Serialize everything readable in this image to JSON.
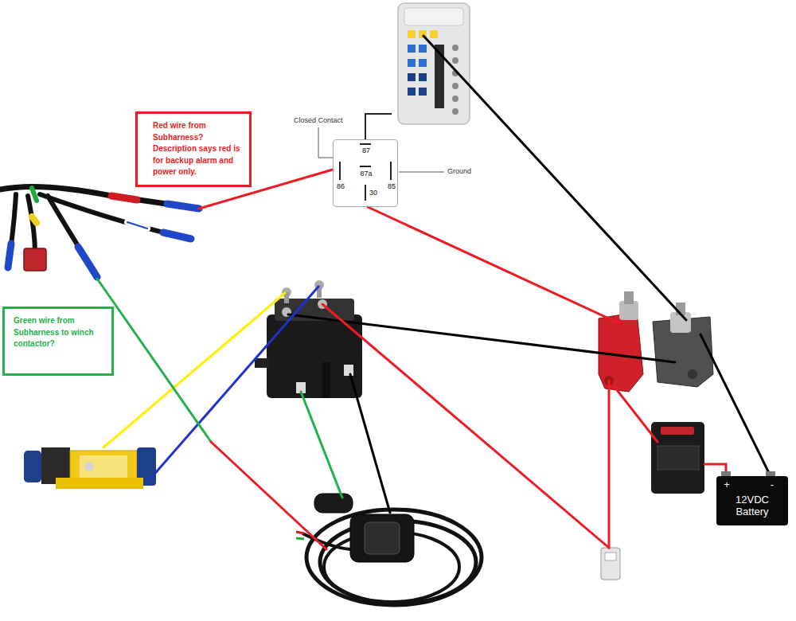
{
  "diagram": {
    "nodes": [
      {
        "text": [
          "Red wire from Subharness? Description says red is for backup alarm and power only."
        ]
      },
      {
        "text": [
          "87",
          "87a",
          "86",
          "85",
          "30"
        ]
      },
      {
        "text": [
          "Green wire from Subharness to winch contactor?"
        ]
      },
      {
        "text": [
          "+",
          "-",
          "12VDC Battery"
        ]
      }
    ],
    "labels": [
      "Closed Contact",
      "Ground"
    ]
  }
}
